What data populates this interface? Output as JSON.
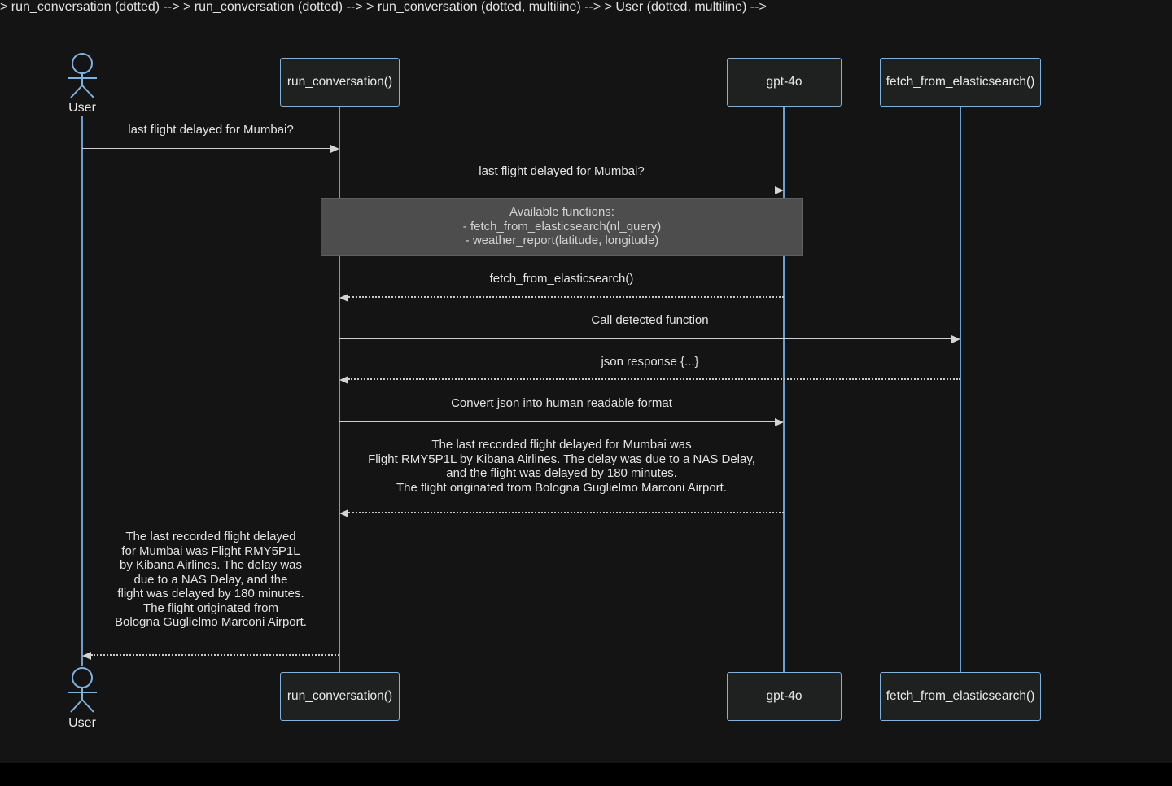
{
  "diagram": {
    "actors": {
      "user": "User",
      "run_conversation": "run_conversation()",
      "gpt4o": "gpt-4o",
      "fetch_from_elasticsearch": "fetch_from_elasticsearch()"
    },
    "note": {
      "text": "Available functions:\n- fetch_from_elasticsearch(nl_query)\n- weather_report(latitude, longitude)"
    },
    "messages": {
      "user_query": "last flight delayed for Mumbai?",
      "forward_query": "last flight delayed for Mumbai?",
      "function_choice": "fetch_from_elasticsearch()",
      "call_detected": "Call detected function",
      "json_response": "json response {...}",
      "convert_request": "Convert json into human readable format",
      "llm_answer": "The last recorded flight delayed for Mumbai was\nFlight RMY5P1L by Kibana Airlines. The delay was due to a NAS Delay,\nand the flight was delayed by 180 minutes.\nThe flight originated from Bologna Guglielmo Marconi Airport.",
      "final_answer": "The last recorded flight delayed\nfor Mumbai was Flight RMY5P1L\nby Kibana Airlines. The delay was\ndue to a NAS Delay, and the\nflight was delayed by 180 minutes.\nThe flight originated from\nBologna Guglielmo Marconi Airport."
    },
    "colors": {
      "background": "#141414",
      "bottom_bar": "#000000",
      "actor_border": "#7fb2de",
      "actor_fill": "#1f2020",
      "lifeline": "#6d9ece",
      "signal_line": "#cfcfcf",
      "message_text": "#e3e3e3",
      "note_fill": "#4d4d4d",
      "note_text": "#d2d2d2"
    }
  }
}
